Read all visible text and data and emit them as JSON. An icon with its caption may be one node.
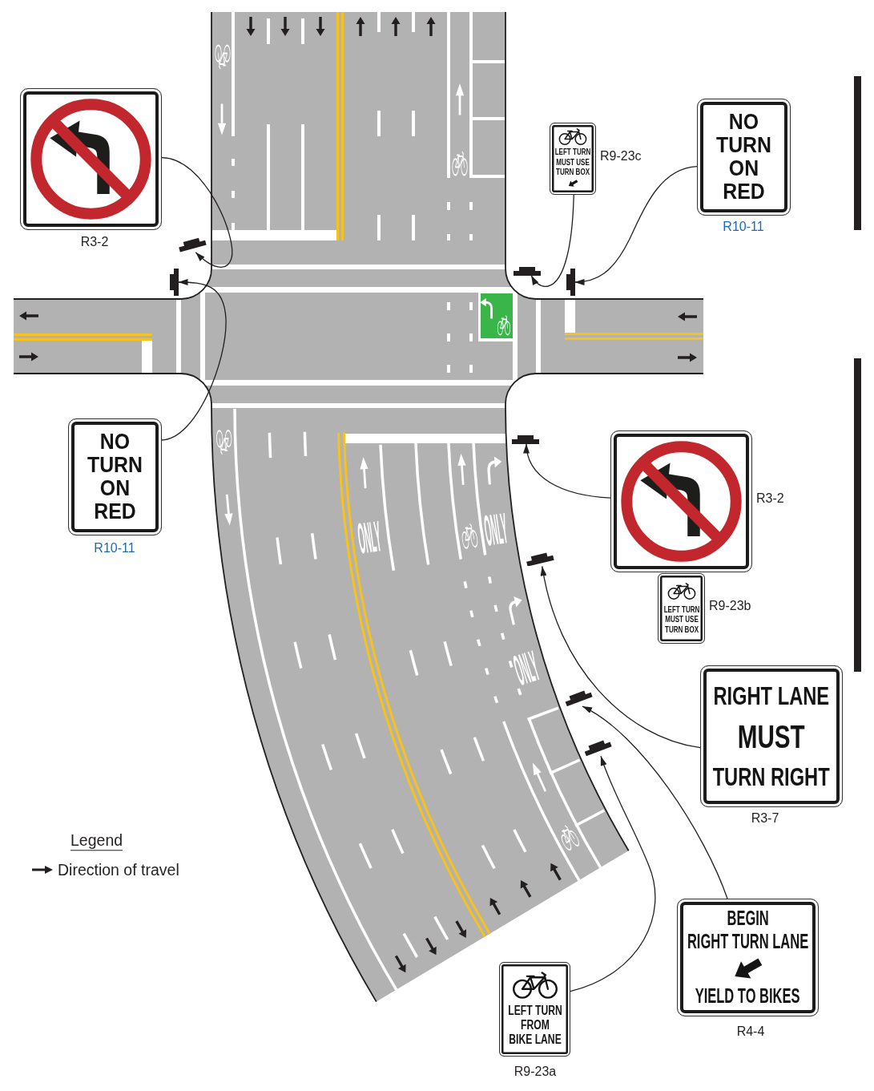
{
  "diagram": {
    "nodes": [
      {
        "text": [],
        "shape": "picture",
        "beside": [
          "R3-2"
        ]
      },
      {
        "text": [],
        "shape": "bar"
      },
      {
        "text": [],
        "shape": "bar"
      },
      {
        "text": [
          "NO TURN ON RED"
        ],
        "beside": [
          "R10-11"
        ]
      },
      {
        "text": [
          "LEFT TURN MUST USE TURN BOX"
        ],
        "beside": [
          "R9-23c"
        ]
      },
      {
        "text": [],
        "shape": "bar"
      },
      {
        "text": [
          "NO TURN ON RED"
        ],
        "beside": [
          "R10-11"
        ]
      },
      {
        "text": [],
        "shape": "bar"
      },
      {
        "text": [],
        "shape": "picture",
        "beside": [
          "R3-2"
        ]
      },
      {
        "text": [
          "LEFT TURN MUST USE TURN BOX"
        ],
        "beside": [
          "R9-23b"
        ]
      },
      {
        "text": [],
        "shape": "bar"
      },
      {
        "text": [],
        "shape": "bar"
      },
      {
        "text": [
          "RIGHT LANE",
          "MUST",
          "TURN RIGHT"
        ],
        "beside": [
          "R3-7"
        ]
      },
      {
        "text": [],
        "shape": "bar"
      },
      {
        "text": [],
        "shape": "bar"
      },
      {
        "text": [
          "LEFT TURN FROM BIKE LANE"
        ],
        "beside": [
          "R9-23a"
        ]
      },
      {
        "text": [
          "BEGIN",
          "RIGHT TURN LANE",
          "YIELD TO BIKES"
        ],
        "beside": [
          "R4-4"
        ]
      }
    ],
    "edges": [
      {
        "from": 0,
        "to": 1,
        "arrow": "to"
      },
      {
        "from": 3,
        "to": 2,
        "arrow": "to"
      },
      {
        "from": 4,
        "to": 5,
        "arrow": "to"
      },
      {
        "from": 6,
        "to": 7,
        "arrow": "to"
      },
      {
        "from": 8,
        "to": 10,
        "arrow": "to"
      },
      {
        "from": 12,
        "to": 11,
        "arrow": "to"
      },
      {
        "from": 16,
        "to": 13,
        "arrow": "to"
      },
      {
        "from": 15,
        "to": 14,
        "arrow": "to"
      }
    ],
    "labels": [
      "ONLY",
      "ONLY",
      "ONLY",
      "Legend"
    ],
    "legend": [
      {
        "text": "Direction of travel"
      }
    ]
  }
}
